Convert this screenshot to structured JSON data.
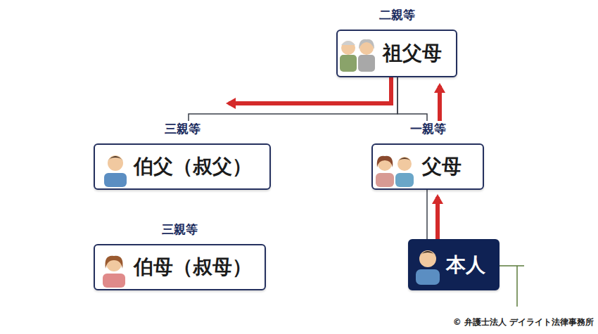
{
  "diagram": {
    "nodes": [
      {
        "text": [
          "二親等",
          "祖父母"
        ]
      },
      {
        "text": [
          "三親等",
          "伯父（叔父）"
        ]
      },
      {
        "text": [
          "一親等",
          "父母"
        ]
      },
      {
        "text": [
          "三親等",
          "伯母（叔母）"
        ]
      },
      {
        "text": [
          "本人"
        ]
      }
    ],
    "edges": [
      {
        "from": 0,
        "to": 1,
        "arrow": "none"
      },
      {
        "from": 0,
        "to": 2,
        "arrow": "none"
      },
      {
        "from": 2,
        "to": 4,
        "arrow": "none"
      },
      {
        "from": 4,
        "to": 2,
        "arrow": "to"
      },
      {
        "from": 2,
        "to": 0,
        "arrow": "to"
      },
      {
        "from": 0,
        "to": 1,
        "arrow": "to"
      }
    ],
    "labels": [
      "© 弁護士法人 デイライト法律事務所"
    ]
  }
}
